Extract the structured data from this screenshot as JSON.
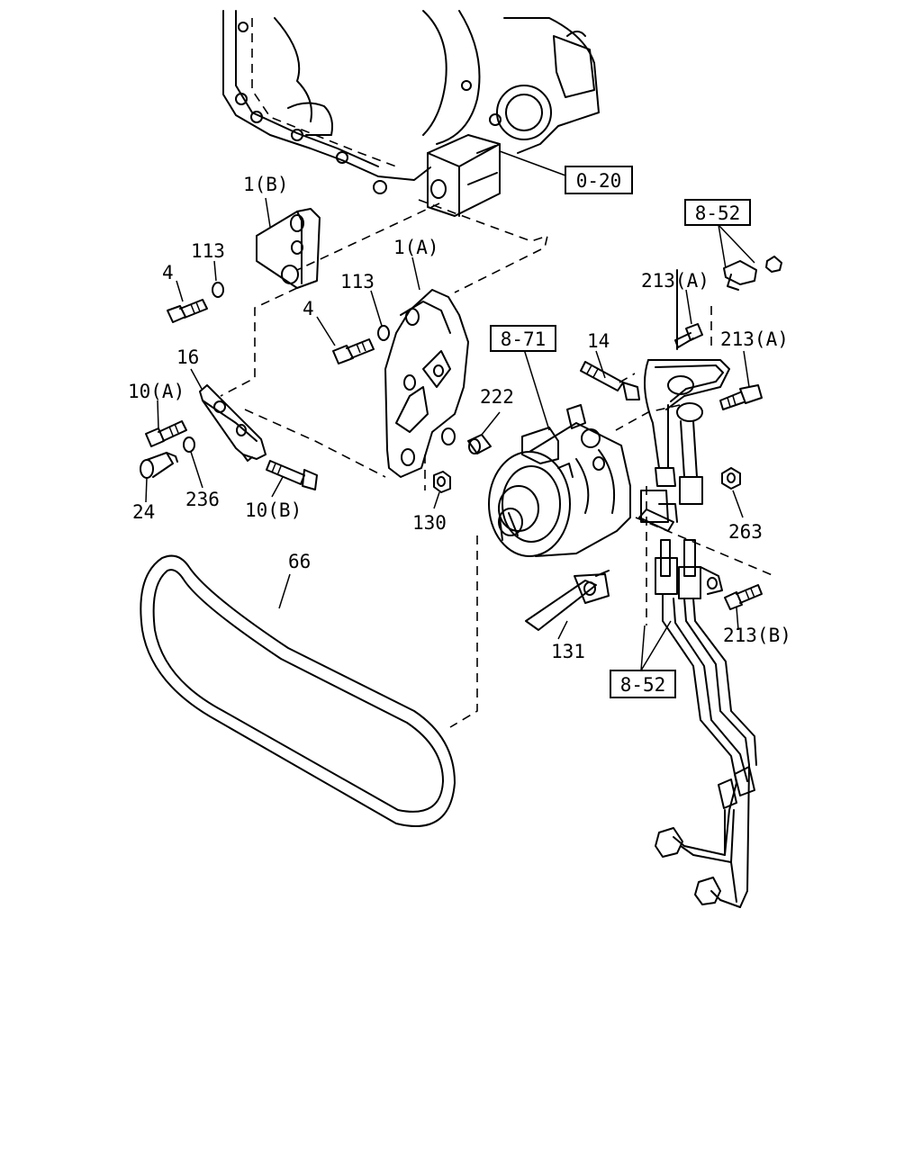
{
  "labels": {
    "ref_0_20": "0-20",
    "ref_8_52_top": "8-52",
    "ref_8_71": "8-71",
    "ref_8_52_bottom": "8-52",
    "p_1b": "1(B)",
    "p_113_top": "113",
    "p_4_top": "4",
    "p_1a": "1(A)",
    "p_113_mid": "113",
    "p_4_mid": "4",
    "p_16": "16",
    "p_10a": "10(A)",
    "p_24": "24",
    "p_236": "236",
    "p_10b": "10(B)",
    "p_222": "222",
    "p_130": "130",
    "p_14": "14",
    "p_213a_top": "213(A)",
    "p_213a_right": "213(A)",
    "p_263": "263",
    "p_213b": "213(B)",
    "p_131": "131",
    "p_66": "66"
  }
}
